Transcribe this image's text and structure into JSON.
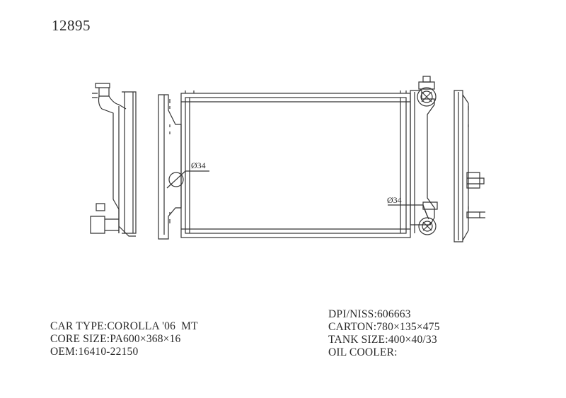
{
  "part_number": "12895",
  "dimensions": {
    "inlet_diameter": "Ø34",
    "outlet_diameter": "Ø34"
  },
  "specs_left": [
    "CAR TYPE:COROLLA '06  MT",
    "CORE SIZE:PA600×368×16",
    "OEM:16410-22150"
  ],
  "specs_right": [
    "DPI/NISS:606663",
    "CARTON:780×135×475",
    "TANK SIZE:400×40/33",
    "OIL COOLER:"
  ]
}
